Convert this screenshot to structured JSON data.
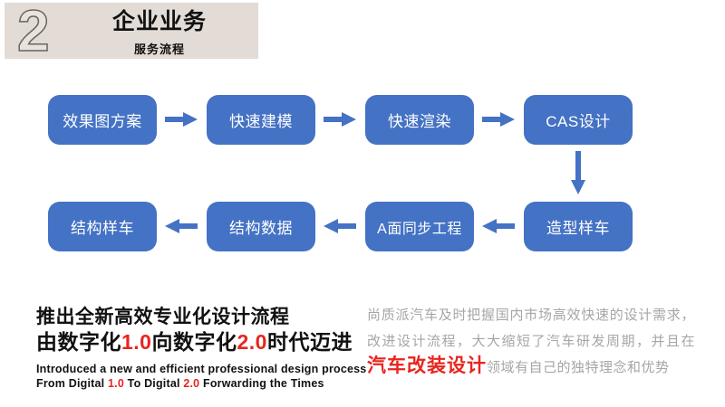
{
  "header": {
    "number": "2",
    "title": "企业业务",
    "subtitle": "服务流程"
  },
  "flowchart": {
    "steps_top": [
      "效果图方案",
      "快速建模",
      "快速渲染",
      "CAS设计"
    ],
    "steps_bottom": [
      "结构样车",
      "结构数据",
      "A面同步工程",
      "造型样车"
    ]
  },
  "message": {
    "cn_line1": "推出全新高效专业化设计流程",
    "cn_line2": [
      "由数字化",
      "1.0",
      "向数字化",
      "2.0",
      "时代迈进"
    ],
    "en_line1": "Introduced a new and efficient professional design process",
    "en_line2": [
      "From Digital ",
      "1.0",
      " To Digital ",
      "2.0",
      " Forwarding the Times"
    ]
  },
  "description": {
    "text_before": "尚质派汽车及时把握国内市场高效快速的设计需求，改进设计流程，大大缩短了汽车研发周期，并且在",
    "highlight": "汽车改装设计",
    "text_after": "领域有自己的独特理念和优势"
  },
  "colors": {
    "box_blue": "#4472c4",
    "header_beige": "#e2dbd6",
    "accent_red": "#e8251f",
    "text_gray": "#a6a6a6",
    "text_dark": "#111111",
    "box_text": "#ffffff"
  }
}
